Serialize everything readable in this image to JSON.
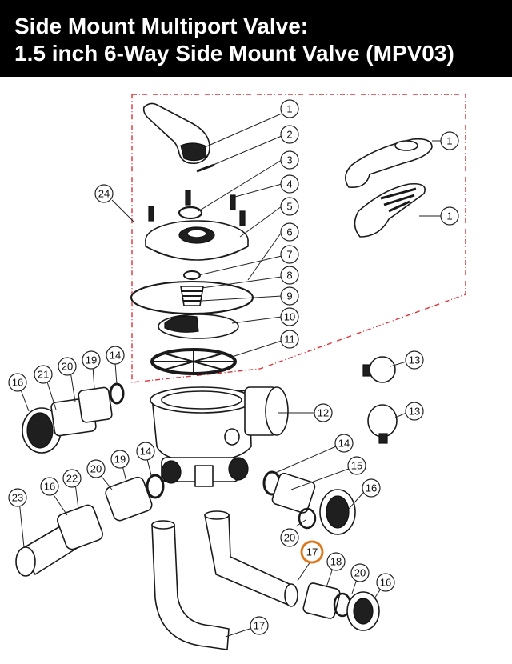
{
  "header": {
    "title_line1": "Side Mount Multiport Valve:",
    "title_line2": "1.5 inch 6-Way Side Mount Valve (MPV03)"
  },
  "colors": {
    "header_bg": "#000000",
    "header_text": "#ffffff",
    "kit_border": "#d9343a",
    "highlight_ring": "#e07a1f"
  },
  "callouts": {
    "c1a": "1",
    "c1b": "1",
    "c1c": "1",
    "c2": "2",
    "c3": "3",
    "c4": "4",
    "c5": "5",
    "c6": "6",
    "c7": "7",
    "c8": "8",
    "c9": "9",
    "c10": "10",
    "c11": "11",
    "c12": "12",
    "c13a": "13",
    "c13b": "13",
    "c14a": "14",
    "c14b": "14",
    "c14c": "14",
    "c15": "15",
    "c16a": "16",
    "c16b": "16",
    "c16c": "16",
    "c16d": "16",
    "c17a": "17",
    "c17b": "17",
    "c18": "18",
    "c19a": "19",
    "c19b": "19",
    "c20a": "20",
    "c20b": "20",
    "c20c": "20",
    "c20d": "20",
    "c21": "21",
    "c22": "22",
    "c23": "23",
    "c24": "24"
  }
}
